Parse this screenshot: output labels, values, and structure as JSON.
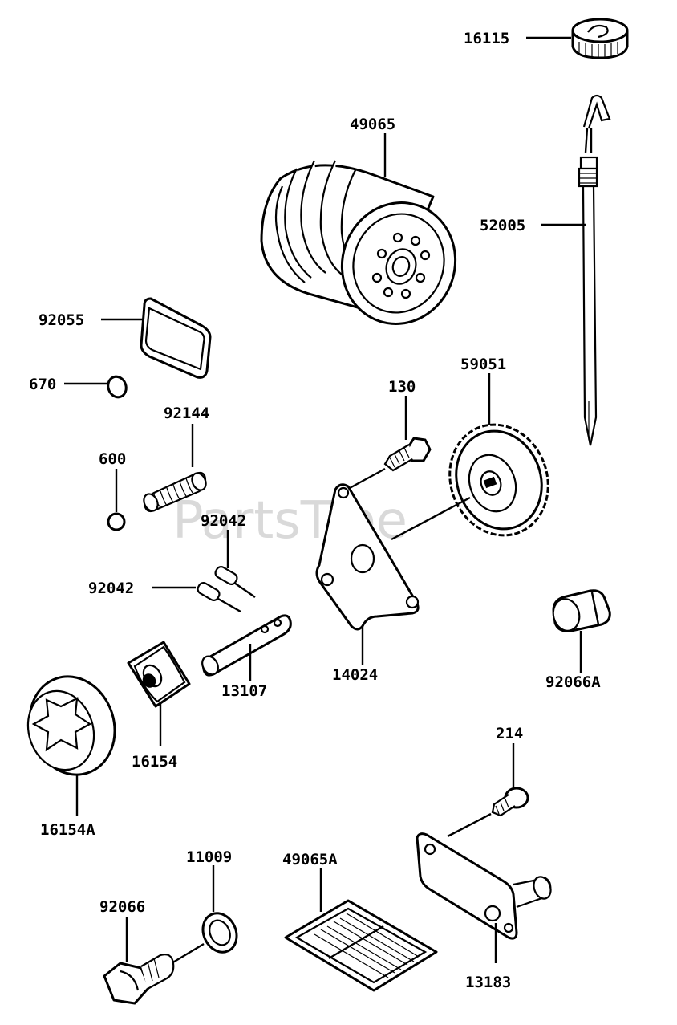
{
  "watermark": "PartsTree",
  "parts": [
    {
      "id": "p16115",
      "label": "16115"
    },
    {
      "id": "p49065",
      "label": "49065"
    },
    {
      "id": "p52005",
      "label": "52005"
    },
    {
      "id": "p92055",
      "label": "92055"
    },
    {
      "id": "p670",
      "label": "670"
    },
    {
      "id": "p92144",
      "label": "92144"
    },
    {
      "id": "p600",
      "label": "600"
    },
    {
      "id": "p130",
      "label": "130"
    },
    {
      "id": "p59051",
      "label": "59051"
    },
    {
      "id": "p92042a",
      "label": "92042"
    },
    {
      "id": "p92042b",
      "label": "92042"
    },
    {
      "id": "p13107",
      "label": "13107"
    },
    {
      "id": "p14024",
      "label": "14024"
    },
    {
      "id": "p92066A",
      "label": "92066A"
    },
    {
      "id": "p16154",
      "label": "16154"
    },
    {
      "id": "p16154A",
      "label": "16154A"
    },
    {
      "id": "p214",
      "label": "214"
    },
    {
      "id": "p11009",
      "label": "11009"
    },
    {
      "id": "p49065A",
      "label": "49065A"
    },
    {
      "id": "p92066",
      "label": "92066"
    },
    {
      "id": "p13183",
      "label": "13183"
    }
  ]
}
